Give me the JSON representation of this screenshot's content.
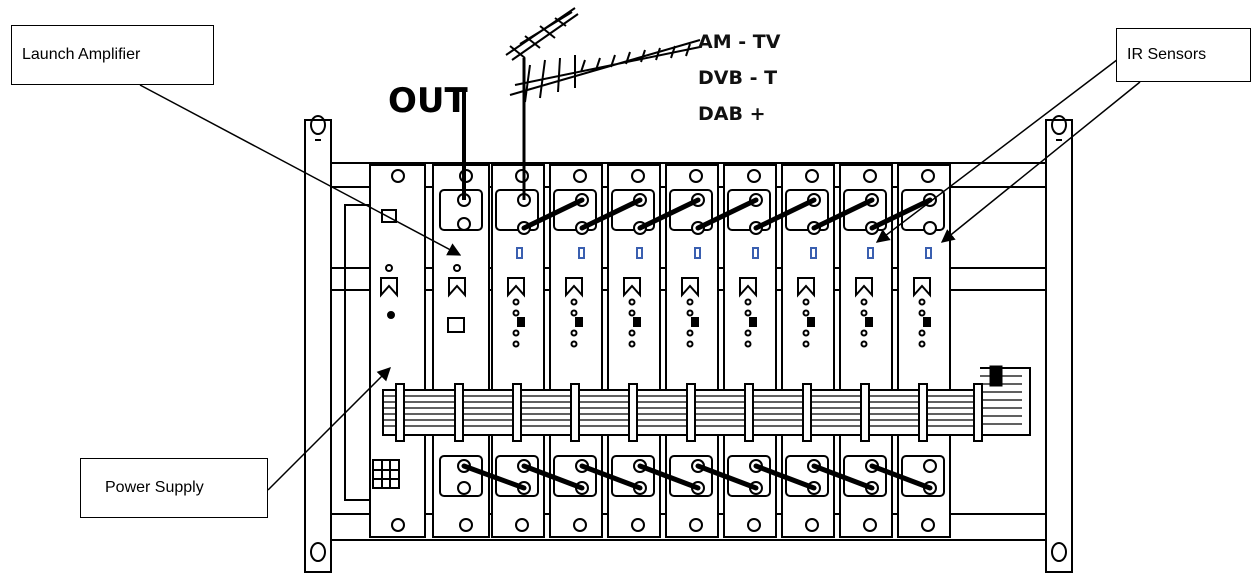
{
  "labels": {
    "out": "OUT",
    "signals": [
      "AM - TV",
      "DVB - T",
      "DAB +"
    ],
    "launch_amplifier": "Launch Amplifier",
    "ir_sensors": "IR Sensors",
    "power_supply": "Power Supply"
  },
  "colors": {
    "line": "#000000",
    "sensor": "#3a5fb0",
    "background": "#ffffff"
  },
  "rack": {
    "amplifier_modules": 8
  }
}
